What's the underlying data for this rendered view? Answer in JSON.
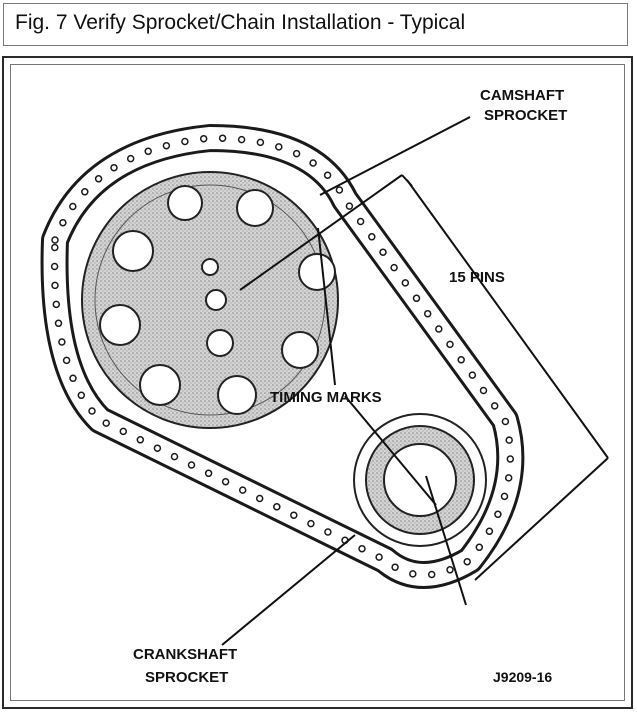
{
  "caption": "Fig. 7 Verify Sprocket/Chain Installation - Typical",
  "labels": {
    "camshaft_line1": "CAMSHAFT",
    "camshaft_line2": "SPROCKET",
    "pins": "15 PINS",
    "timing_marks": "TIMING MARKS",
    "crankshaft_line1": "CRANKSHAFT",
    "crankshaft_line2": "SPROCKET",
    "figure_id": "J9209-16"
  }
}
